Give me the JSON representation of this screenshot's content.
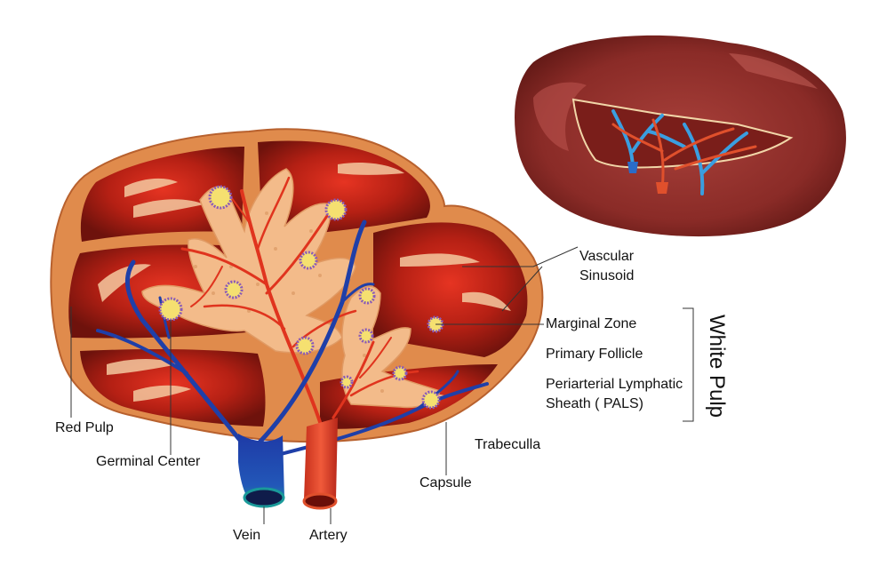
{
  "labels": {
    "vascular_sinusoid_1": "Vascular",
    "vascular_sinusoid_2": "Sinusoid",
    "marginal_zone": "Marginal Zone",
    "primary_follicle": "Primary Follicle",
    "pals_1": "Periarterial Lymphatic",
    "pals_2": "Sheath ( PALS)",
    "white_pulp": "White Pulp",
    "red_pulp": "Red Pulp",
    "germinal_center": "Germinal Center",
    "trabeculla": "Trabeculla",
    "capsule": "Capsule",
    "vein": "Vein",
    "artery": "Artery"
  },
  "colors": {
    "capsule": "#e0884a",
    "red_pulp": "#8e1a10",
    "red_pulp_glow": "#e02a1c",
    "white_pulp": "#f2b98a",
    "artery": "#e03a22",
    "vein": "#1f3fa8",
    "follicle_ring": "#8a5ab8",
    "follicle_core": "#f5e070",
    "whole_organ": "#8c2a26"
  }
}
